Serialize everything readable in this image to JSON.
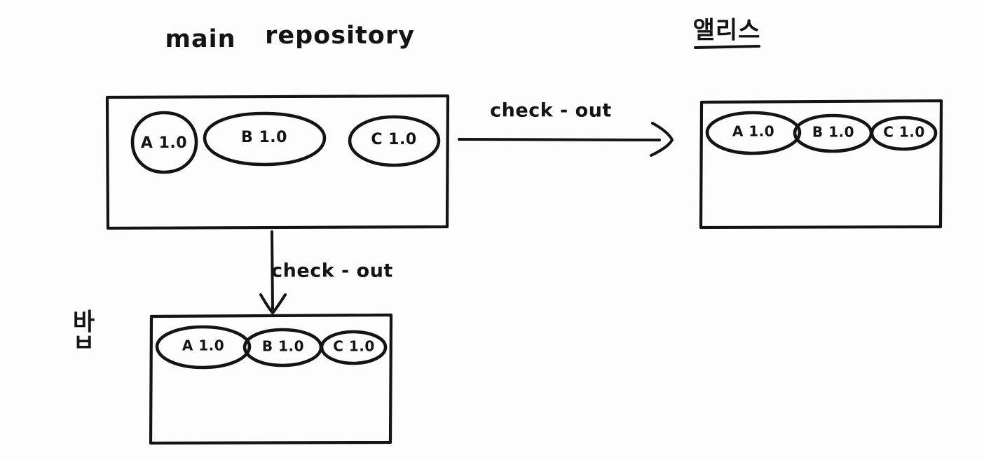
{
  "diagram": {
    "background_color": "#fdfdfd",
    "ink_color": "#141414",
    "style": "hand-drawn whiteboard sketch",
    "title": "main repository"
  },
  "main_repository": {
    "title_word_1": "main",
    "title_word_2": "repository",
    "nodes": [
      {
        "id": "a",
        "label": "A 1.0",
        "name": "A",
        "version": "1.0",
        "shape": "circle"
      },
      {
        "id": "b",
        "label": "B 1.0",
        "name": "B",
        "version": "1.0",
        "shape": "ellipse-wide"
      },
      {
        "id": "c",
        "label": "C 1.0",
        "name": "C",
        "version": "1.0",
        "shape": "ellipse"
      }
    ]
  },
  "alice_workspace": {
    "label": "앨리스",
    "label_romanized": "Alice",
    "underlined": true,
    "nodes": [
      {
        "id": "a",
        "label": "A 1.0",
        "name": "A",
        "version": "1.0"
      },
      {
        "id": "b",
        "label": "B 1.0",
        "name": "B",
        "version": "1.0"
      },
      {
        "id": "c",
        "label": "C 1.0",
        "name": "C",
        "version": "1.0"
      }
    ]
  },
  "bob_workspace": {
    "label_line_1": "바",
    "label_line_2": "ㅂ",
    "label": "밥",
    "label_romanized": "Bob",
    "nodes": [
      {
        "id": "a",
        "label": "A 1.0",
        "name": "A",
        "version": "1.0"
      },
      {
        "id": "b",
        "label": "B 1.0",
        "name": "B",
        "version": "1.0"
      },
      {
        "id": "c",
        "label": "C 1.0",
        "name": "C",
        "version": "1.0"
      }
    ]
  },
  "edges": [
    {
      "id": "to-alice",
      "label": "check - out",
      "from": "main repository",
      "to": "앨리스",
      "direction": "right"
    },
    {
      "id": "to-bob",
      "label": "check - out",
      "from": "main repository",
      "to": "밥",
      "direction": "down"
    }
  ]
}
